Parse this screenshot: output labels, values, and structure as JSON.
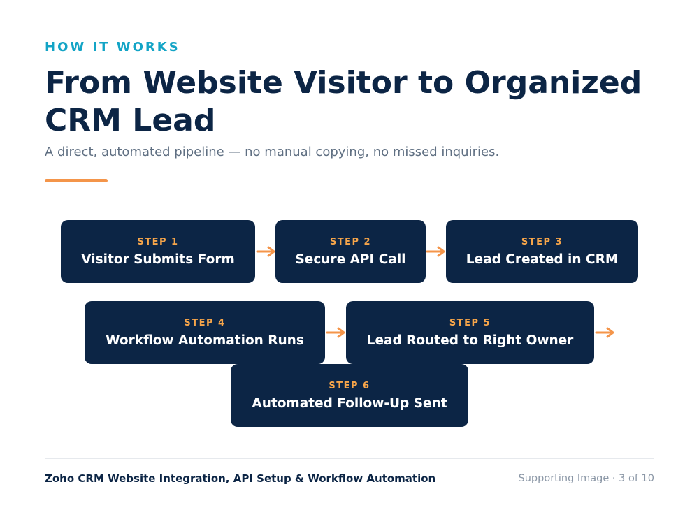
{
  "header": {
    "eyebrow": "HOW IT WORKS",
    "title": "From Website Visitor to Organized CRM Lead",
    "subtitle": "A direct, automated pipeline — no manual copying, no missed inquiries."
  },
  "steps": [
    {
      "number": "STEP 1",
      "label": "Visitor Submits Form"
    },
    {
      "number": "STEP 2",
      "label": "Secure API Call"
    },
    {
      "number": "STEP 3",
      "label": "Lead Created in CRM"
    },
    {
      "number": "STEP 4",
      "label": "Workflow Automation Runs"
    },
    {
      "number": "STEP 5",
      "label": "Lead Routed to Right Owner"
    },
    {
      "number": "STEP 6",
      "label": "Automated Follow-Up Sent"
    }
  ],
  "connectors": {
    "icon": "arrow-right-icon",
    "color": "#f4954a"
  },
  "footer": {
    "title": "Zoho CRM Website Integration, API Setup & Workflow Automation",
    "page_info": "Supporting Image · 3 of 10"
  },
  "colors": {
    "accent": "#13a4c6",
    "navy": "#0c2545",
    "orange": "#f4954a",
    "step_label": "#f6a54a",
    "muted": "#5f6f82"
  }
}
